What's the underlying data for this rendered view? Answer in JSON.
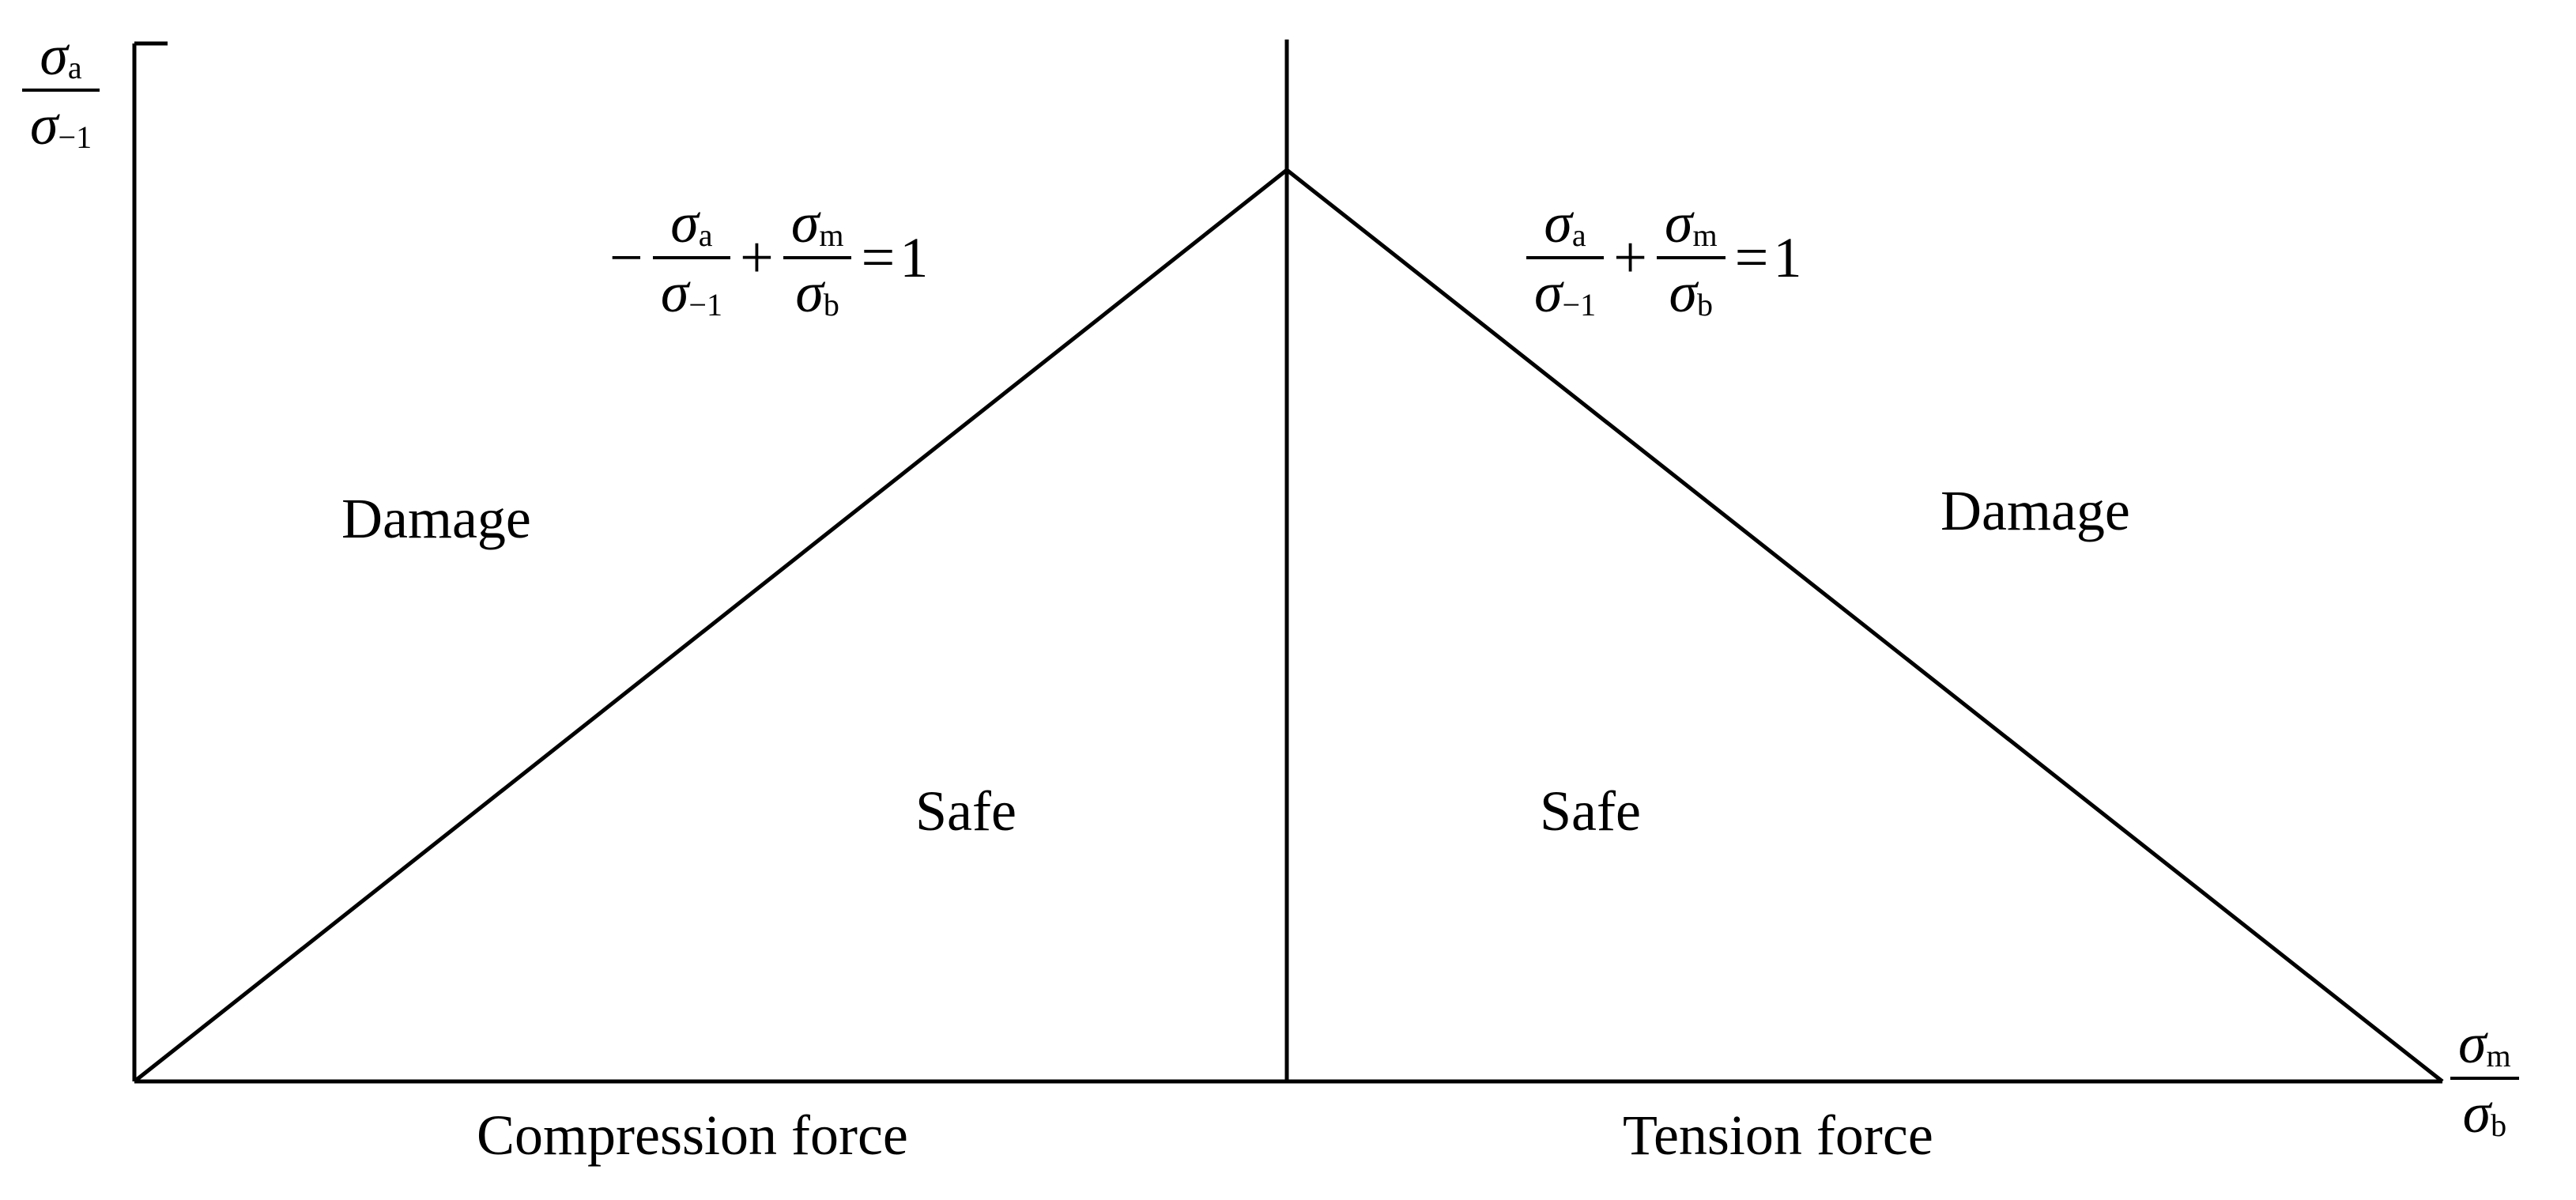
{
  "axes": {
    "y_label": {
      "numerator_symbol": "σ",
      "numerator_sub": "a",
      "denominator_symbol": "σ",
      "denominator_sub": "−1"
    },
    "x_label": {
      "numerator_symbol": "σ",
      "numerator_sub": "m",
      "denominator_symbol": "σ",
      "denominator_sub": "b"
    }
  },
  "equations": {
    "left": {
      "sign": "−",
      "term1": {
        "num_symbol": "σ",
        "num_sub": "a",
        "den_symbol": "σ",
        "den_sub": "−1"
      },
      "op": "+",
      "term2": {
        "num_symbol": "σ",
        "num_sub": "m",
        "den_symbol": "σ",
        "den_sub": "b"
      },
      "equals": "=",
      "rhs": "1"
    },
    "right": {
      "term1": {
        "num_symbol": "σ",
        "num_sub": "a",
        "den_symbol": "σ",
        "den_sub": "−1"
      },
      "op": "+",
      "term2": {
        "num_symbol": "σ",
        "num_sub": "m",
        "den_symbol": "σ",
        "den_sub": "b"
      },
      "equals": "=",
      "rhs": "1"
    }
  },
  "regions": {
    "damage_left": "Damage",
    "damage_right": "Damage",
    "safe_left": "Safe",
    "safe_right": "Safe"
  },
  "x_regions": {
    "compression": "Compression force",
    "tension": "Tension force"
  },
  "colors": {
    "line": "#000000",
    "background": "#ffffff"
  }
}
